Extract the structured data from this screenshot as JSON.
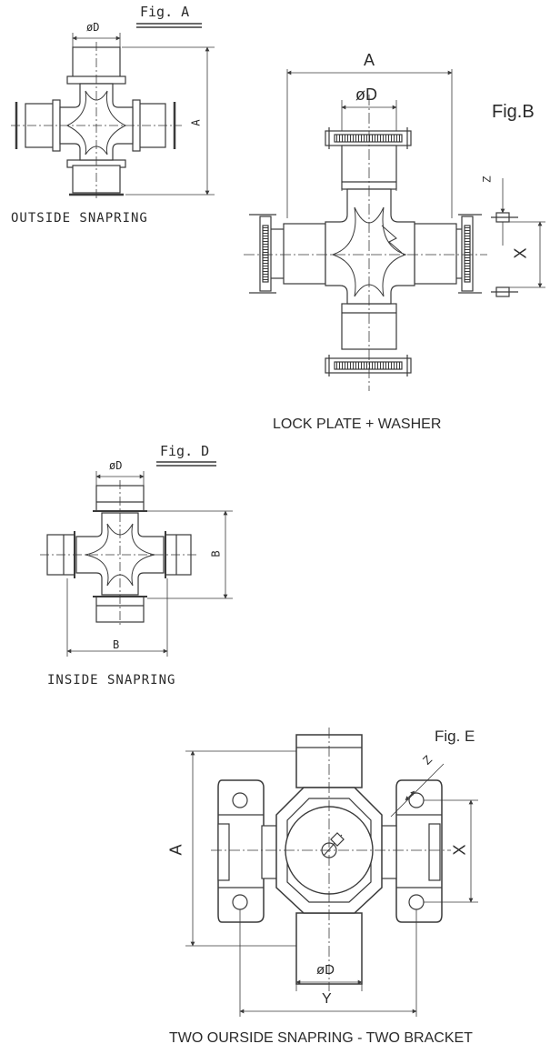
{
  "figures": {
    "a": {
      "title": "Fig. A",
      "caption": "OUTSIDE SNAPRING",
      "dim_d": "øD",
      "dim_a": "A"
    },
    "b": {
      "title": "Fig.B",
      "caption": "LOCK PLATE + WASHER",
      "dim_a": "A",
      "dim_d": "øD",
      "dim_z": "Z",
      "dim_x": "X"
    },
    "d": {
      "title": "Fig. D",
      "caption": "INSIDE SNAPRING",
      "dim_d": "øD",
      "dim_b_vertical": "B",
      "dim_b_horizontal": "B"
    },
    "e": {
      "title": "Fig. E",
      "caption": "TWO OURSIDE SNAPRING - TWO BRACKET",
      "dim_a": "A",
      "dim_z": "Z",
      "dim_x": "X",
      "dim_d": "øD",
      "dim_y": "Y"
    }
  },
  "colors": {
    "line": "#3a3a3a",
    "fill": "#ffffff"
  }
}
